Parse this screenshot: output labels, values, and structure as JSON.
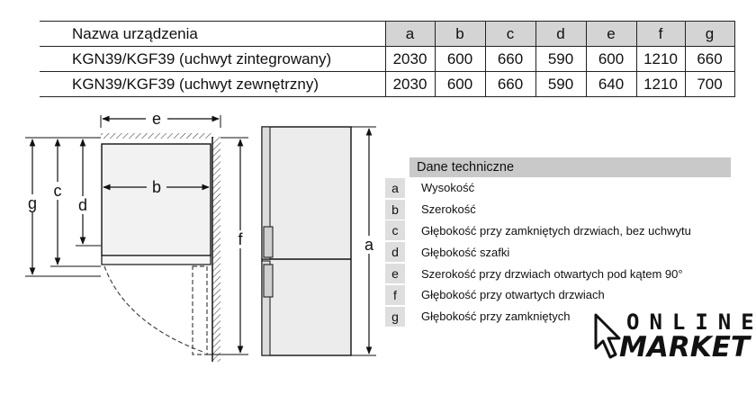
{
  "table": {
    "header": {
      "name": "Nazwa urządzenia",
      "cols": [
        "a",
        "b",
        "c",
        "d",
        "e",
        "f",
        "g"
      ]
    },
    "rows": [
      {
        "name": "KGN39/KGF39 (uchwyt zintegrowany)",
        "values": [
          "2030",
          "600",
          "660",
          "590",
          "600",
          "1210",
          "660"
        ]
      },
      {
        "name": "KGN39/KGF39 (uchwyt zewnętrzny)",
        "values": [
          "2030",
          "600",
          "660",
          "590",
          "640",
          "1210",
          "700"
        ]
      }
    ]
  },
  "diagram": {
    "labels": {
      "e": "e",
      "b": "b",
      "c": "c",
      "d": "d",
      "g": "g",
      "f": "f",
      "a": "a"
    }
  },
  "legend": {
    "title": "Dane techniczne",
    "items": [
      {
        "key": "a",
        "text": "Wysokość"
      },
      {
        "key": "b",
        "text": "Szerokość"
      },
      {
        "key": "c",
        "text": "Głębokość przy zamkniętych drzwiach, bez uchwytu"
      },
      {
        "key": "d",
        "text": "Głębokość szafki"
      },
      {
        "key": "e",
        "text": "Szerokość przy drzwiach otwartych pod kątem 90°"
      },
      {
        "key": "f",
        "text": "Głębokość przy otwartych drzwiach"
      },
      {
        "key": "g",
        "text": "Głębokość przy zamkniętych"
      }
    ]
  },
  "logo": {
    "line1": "ONLINE",
    "line2": "MARKET"
  }
}
